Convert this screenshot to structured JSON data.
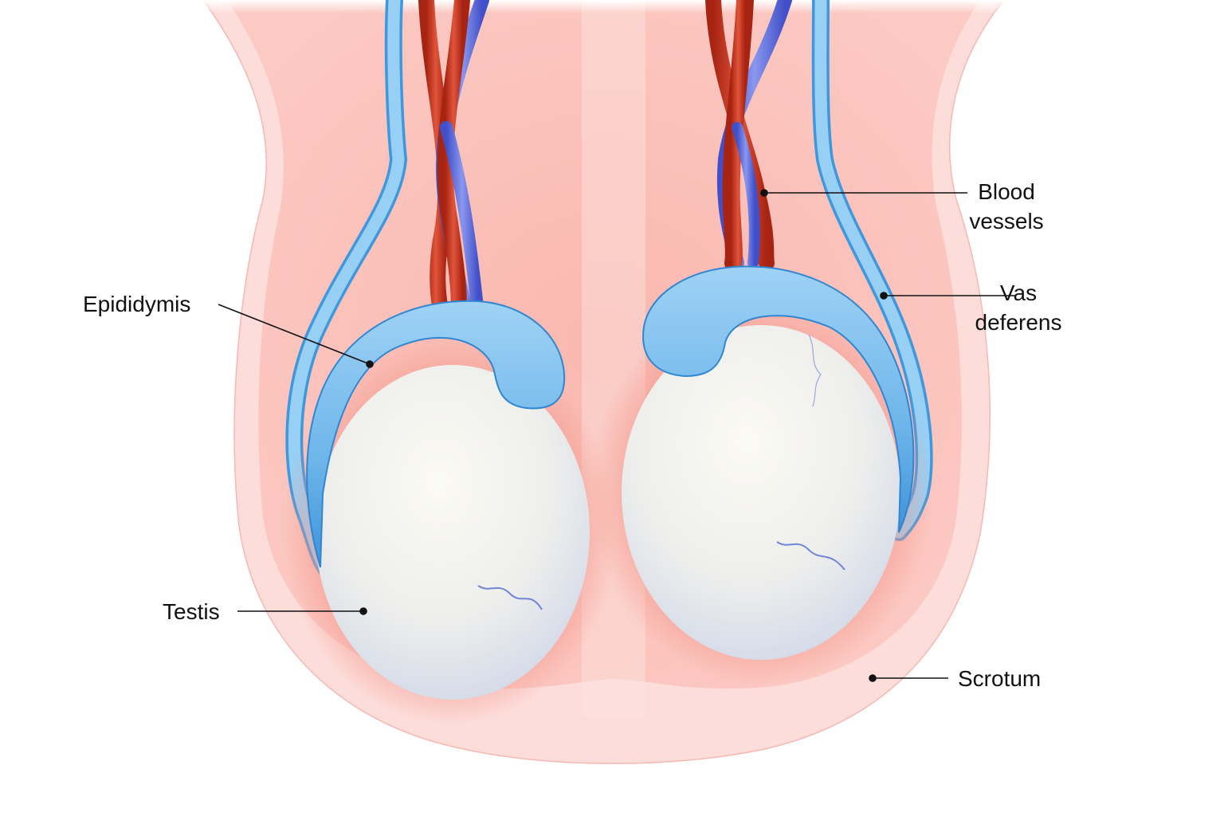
{
  "figure": {
    "title": "Anatomy of the testes and scrotum",
    "colors": {
      "background": "#ffffff",
      "scrotum_outer": "#fde0dd",
      "scrotum_inner": "#fbc4bd",
      "scrotum_glow": "#f7a69c",
      "testis": "#f7f5f0",
      "testis_shade": "#cfd6e6",
      "epididymis": "#6fb7ec",
      "epididymis_dark": "#2f86d2",
      "vas_deferens": "#8fcdf3",
      "artery": "#c8321e",
      "vein": "#5865d9",
      "leader_line": "#111111"
    }
  },
  "labels": {
    "blood_vessels": {
      "line1": "Blood",
      "line2": "vessels"
    },
    "vas_deferens": {
      "line1": "Vas",
      "line2": "deferens"
    },
    "epididymis": "Epididymis",
    "testis": "Testis",
    "scrotum": "Scrotum"
  }
}
